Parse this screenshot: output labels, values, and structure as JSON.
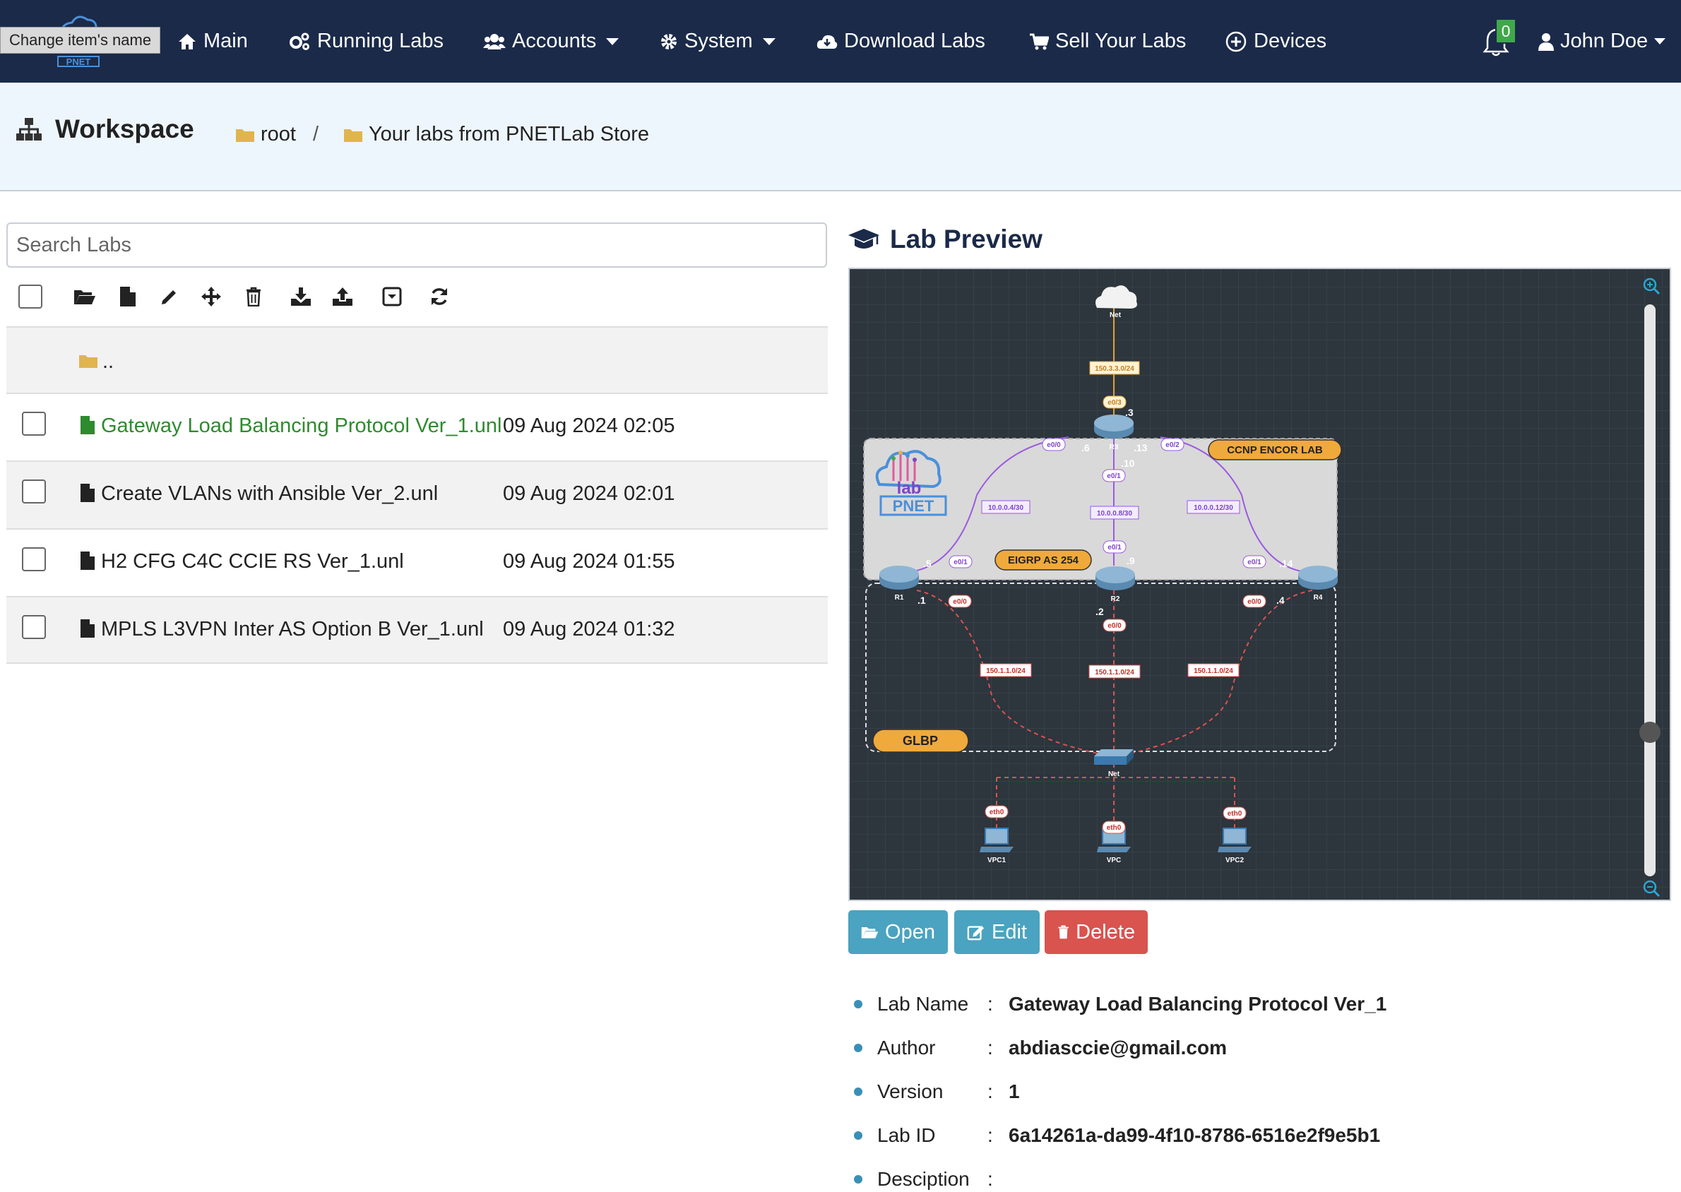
{
  "nav": {
    "tooltip": "Change item's name",
    "logo_text": "PNET",
    "items": [
      {
        "label": "Main",
        "icon": "home-icon"
      },
      {
        "label": "Running Labs",
        "icon": "gears-icon"
      },
      {
        "label": "Accounts",
        "icon": "users-icon"
      },
      {
        "label": "System",
        "icon": "gear-icon"
      },
      {
        "label": "Download Labs",
        "icon": "cloud-download-icon"
      },
      {
        "label": "Sell Your Labs",
        "icon": "cart-icon"
      },
      {
        "label": "Devices",
        "icon": "plus-circle-icon"
      }
    ],
    "notifications_count": "0",
    "user": "John Doe"
  },
  "workspace": {
    "title": "Workspace",
    "breadcrumb": [
      "root",
      "Your labs from PNETLab Store"
    ],
    "separator": "/"
  },
  "search": {
    "placeholder": "Search Labs"
  },
  "toolbar": [
    "select-all",
    "open-folder",
    "new-file",
    "rename",
    "move",
    "delete",
    "import",
    "export",
    "archive",
    "refresh"
  ],
  "list": {
    "parent": "..",
    "rows": [
      {
        "name": "Gateway Load Balancing Protocol Ver_1.unl",
        "date": "09 Aug 2024 02:05",
        "selected": true
      },
      {
        "name": "Create VLANs with Ansible Ver_2.unl",
        "date": "09 Aug 2024 02:01",
        "selected": false
      },
      {
        "name": "H2 CFG C4C CCIE RS Ver_1.unl",
        "date": "09 Aug 2024 01:55",
        "selected": false
      },
      {
        "name": "MPLS L3VPN Inter AS Option B Ver_1.unl",
        "date": "09 Aug 2024 01:32",
        "selected": false
      }
    ]
  },
  "preview": {
    "title": "Lab Preview",
    "topology": {
      "nodes": {
        "net_top": "Net",
        "r1": "R1",
        "r2": "R2",
        "r3": "R3",
        "r4": "R4",
        "net_switch": "Net",
        "vpc1": "VPC1",
        "vpc": "VPC",
        "vpc2": "VPC2"
      },
      "groups": {
        "ccnp": "CCNP ENCOR LAB",
        "eigrp": "EIGRP AS 254",
        "glbp": "GLBP"
      },
      "logo_text": "PNET",
      "networks": [
        "150.3.3.0/24",
        "10.0.0.4/30",
        "10.0.0.8/30",
        "10.0.0.12/30",
        "150.1.1.0/24",
        "150.1.1.0/24",
        "150.1.1.0/24"
      ],
      "interfaces": [
        "e0/3",
        "e0/0",
        "e0/1",
        "e0/2",
        "e0/1",
        "e0/1",
        "e0/1",
        "e0/0",
        "e0/0",
        "e0/0",
        "eth0",
        "eth0",
        "eth0"
      ],
      "addresses": [
        ".3",
        ".6",
        ".13",
        ".10",
        ".5",
        ".9",
        ".14",
        ".1",
        ".2",
        ".4"
      ]
    },
    "buttons": {
      "open": "Open",
      "edit": "Edit",
      "delete": "Delete"
    },
    "info": [
      {
        "label": "Lab Name",
        "value": "Gateway Load Balancing Protocol Ver_1"
      },
      {
        "label": "Author",
        "value": "abdiasccie@gmail.com"
      },
      {
        "label": "Version",
        "value": "1"
      },
      {
        "label": "Lab ID",
        "value": "6a14261a-da99-4f10-8786-6516e2f9e5b1"
      },
      {
        "label": "Desciption",
        "value": ""
      }
    ]
  },
  "colors": {
    "nav_bg": "#1b2a49",
    "selected_text": "#2e8b2e",
    "open_btn": "#4aa3c0",
    "edit_btn": "#4aa3c0",
    "delete_btn": "#d9534f",
    "folder": "#e0b54f"
  }
}
